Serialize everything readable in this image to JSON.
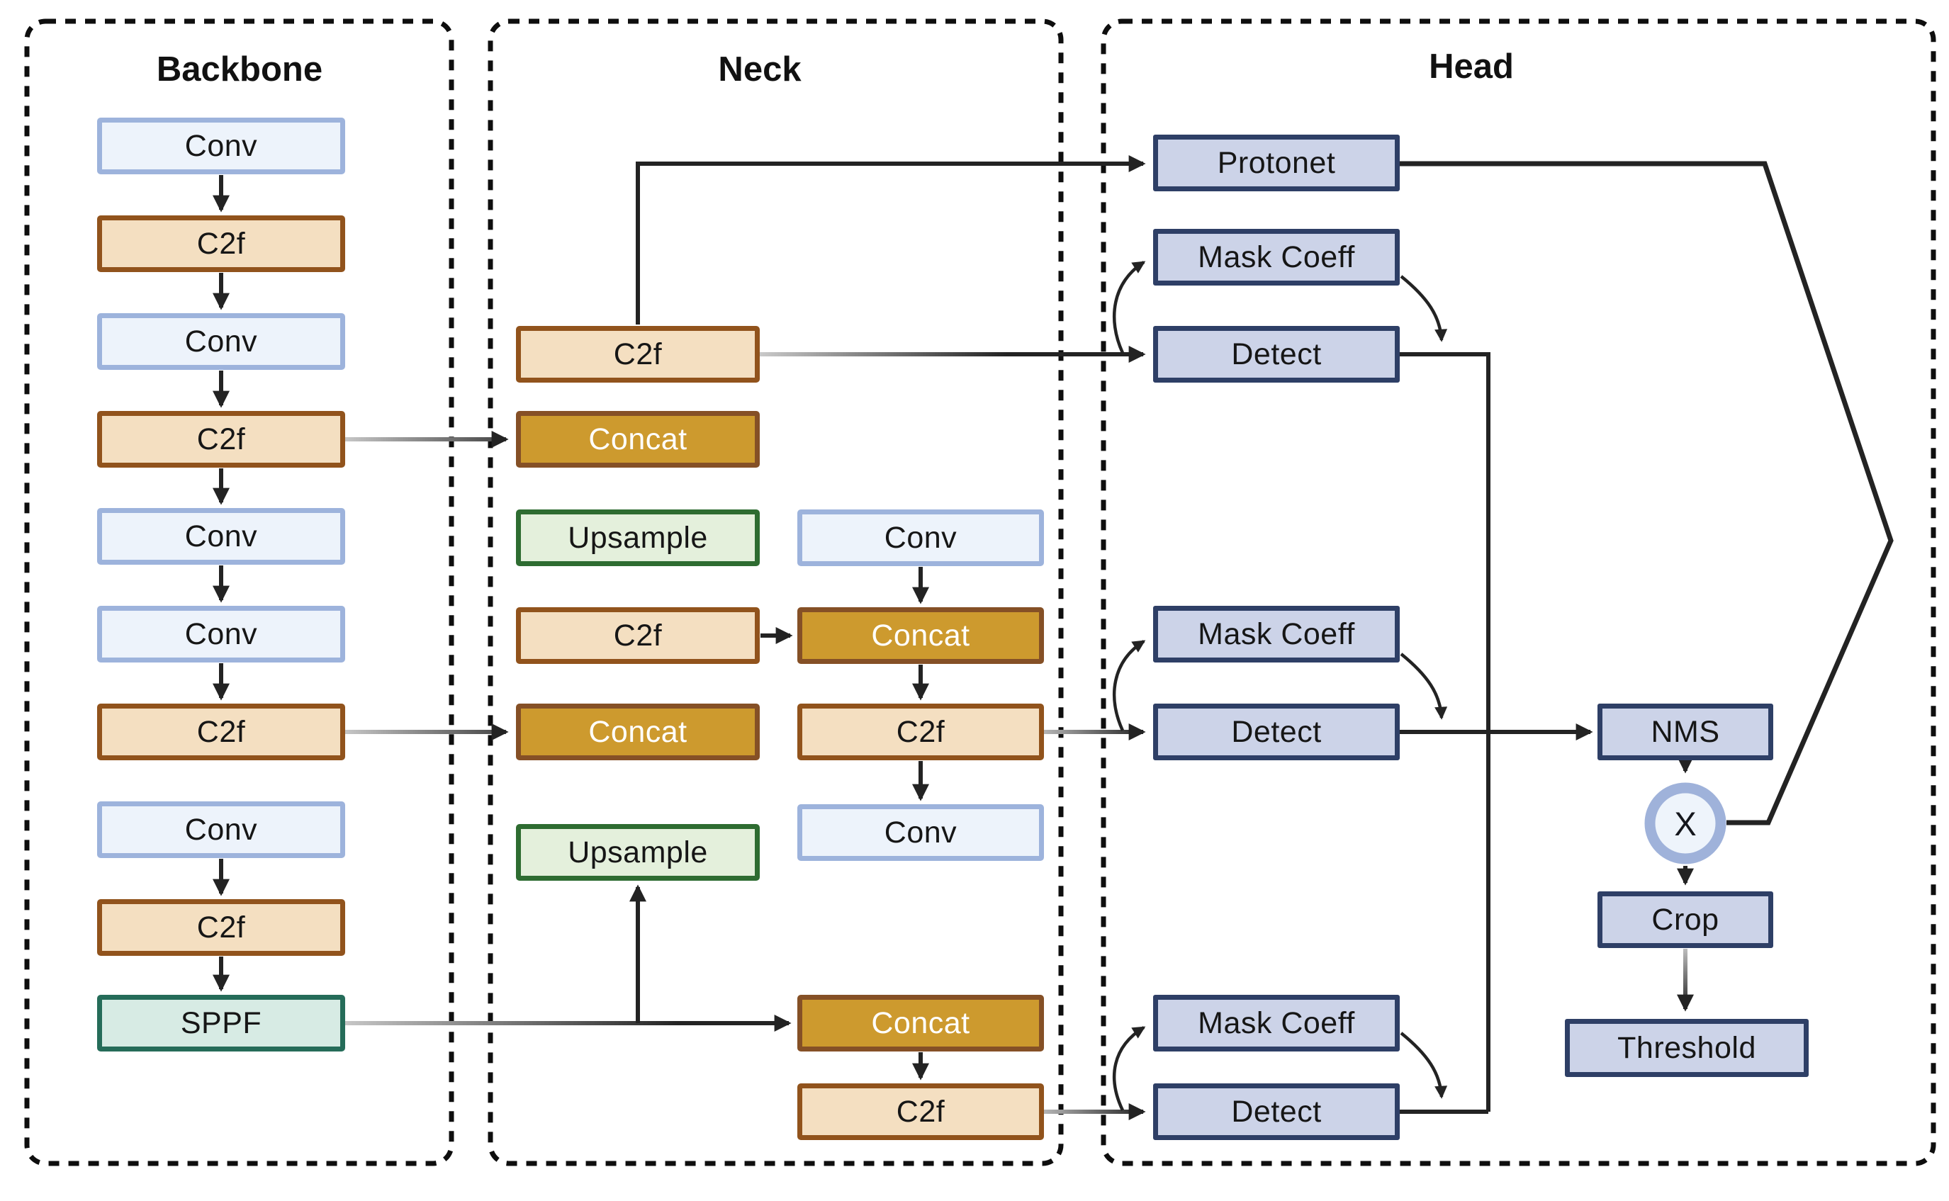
{
  "colors": {
    "line": "#232323",
    "panel_border": "#0e0e0e",
    "text": "#161616",
    "conv_fill": "#edf3fb",
    "conv_border": "#9db3dc",
    "c2f_fill": "#f4dfc1",
    "c2f_border": "#91531c",
    "concat_fill": "#cd9a2e",
    "concat_border": "#855026",
    "concat_text": "#ffffff",
    "upsample_fill": "#e4f0dc",
    "upsample_border": "#2e6c31",
    "sppf_fill": "#d7ebe4",
    "sppf_border": "#256c59",
    "head_fill": "#ccd3e8",
    "head_border": "#2e3f66",
    "x_ring": "#9fb2da",
    "x_fill": "#eef4fb"
  },
  "backbone": {
    "title": "Backbone",
    "nodes": [
      "Conv",
      "C2f",
      "Conv",
      "C2f",
      "Conv",
      "Conv",
      "C2f",
      "Conv",
      "C2f",
      "SPPF"
    ]
  },
  "neck": {
    "title": "Neck",
    "left_column": [
      "C2f",
      "Concat",
      "Upsample",
      "C2f",
      "Concat",
      "Upsample"
    ],
    "right_column": [
      "Conv",
      "Concat",
      "C2f",
      "Conv"
    ],
    "bottom_row": [
      "Concat",
      "C2f"
    ]
  },
  "head": {
    "title": "Head",
    "protonet": "Protonet",
    "branches": [
      {
        "mask_coeff": "Mask Coeff",
        "detect": "Detect"
      },
      {
        "mask_coeff": "Mask Coeff",
        "detect": "Detect"
      },
      {
        "mask_coeff": "Mask Coeff",
        "detect": "Detect"
      }
    ],
    "nms": "NMS",
    "multiply": "X",
    "crop": "Crop",
    "threshold": "Threshold"
  }
}
